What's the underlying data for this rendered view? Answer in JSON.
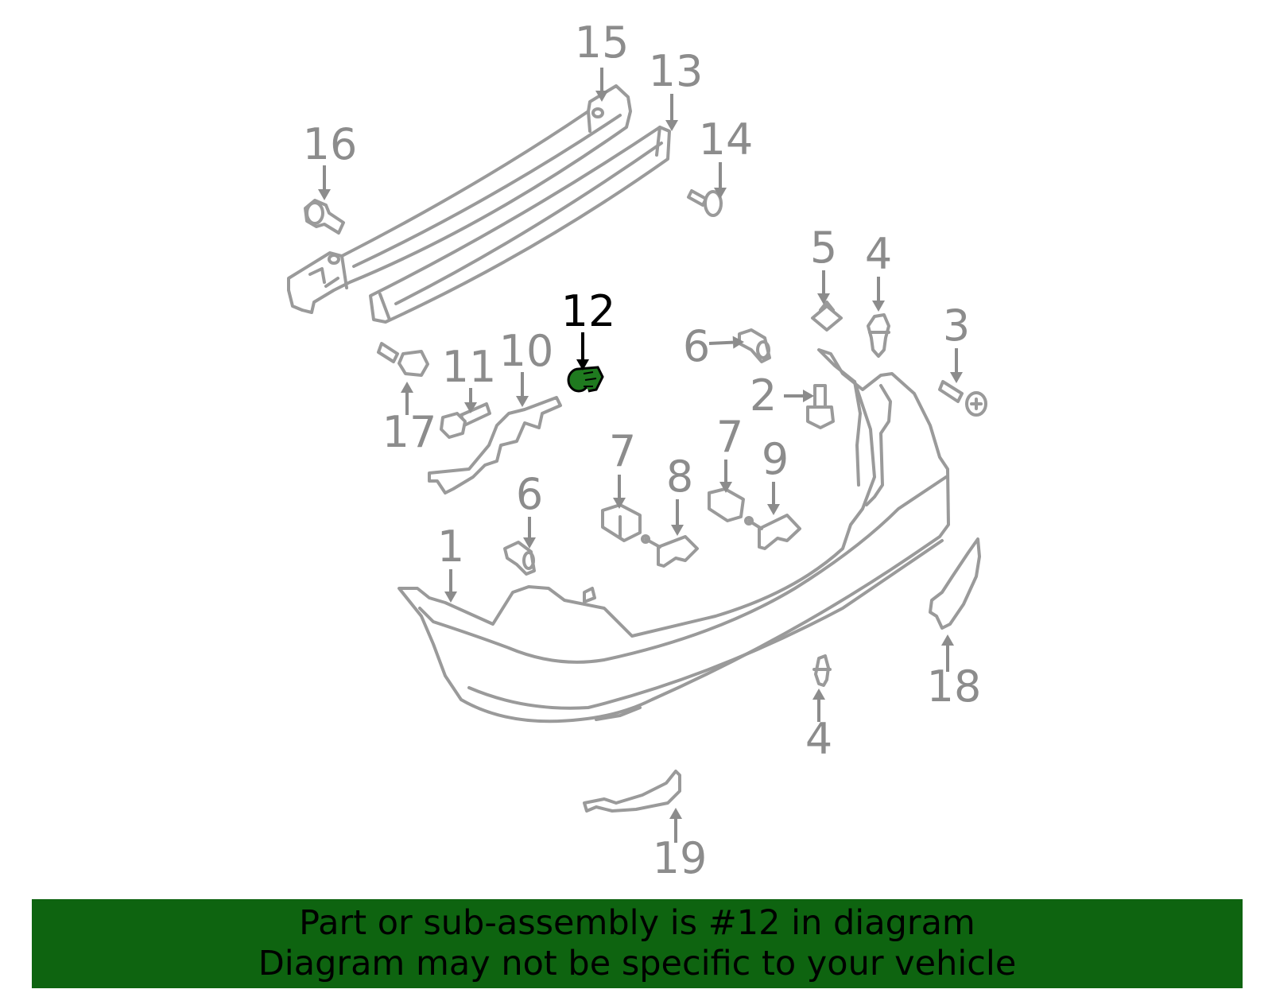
{
  "colors": {
    "part_line": "#9a9a9a",
    "callout_text": "#8c8c8c",
    "highlight_part": "#1f7a1f",
    "highlight_text": "#000000",
    "banner_background": "#0e6410",
    "banner_text": "#000000"
  },
  "highlighted_callout": "12",
  "callouts": [
    {
      "id": "c1",
      "label": "1"
    },
    {
      "id": "c2",
      "label": "2"
    },
    {
      "id": "c3",
      "label": "3"
    },
    {
      "id": "c4a",
      "label": "4"
    },
    {
      "id": "c4b",
      "label": "4"
    },
    {
      "id": "c5",
      "label": "5"
    },
    {
      "id": "c6a",
      "label": "6"
    },
    {
      "id": "c6b",
      "label": "6"
    },
    {
      "id": "c7a",
      "label": "7"
    },
    {
      "id": "c7b",
      "label": "7"
    },
    {
      "id": "c8",
      "label": "8"
    },
    {
      "id": "c9",
      "label": "9"
    },
    {
      "id": "c10",
      "label": "10"
    },
    {
      "id": "c11",
      "label": "11"
    },
    {
      "id": "c12",
      "label": "12"
    },
    {
      "id": "c13",
      "label": "13"
    },
    {
      "id": "c14",
      "label": "14"
    },
    {
      "id": "c15",
      "label": "15"
    },
    {
      "id": "c16",
      "label": "16"
    },
    {
      "id": "c17",
      "label": "17"
    },
    {
      "id": "c18",
      "label": "18"
    },
    {
      "id": "c19",
      "label": "19"
    }
  ],
  "banner": {
    "line1": "Part or sub-assembly is #12 in diagram",
    "line2": "Diagram may not be specific to your vehicle"
  }
}
